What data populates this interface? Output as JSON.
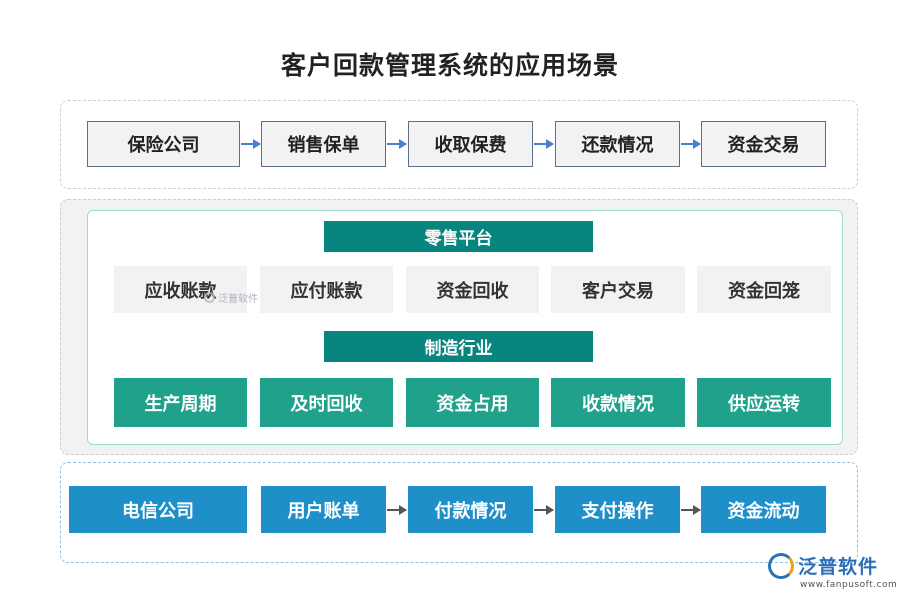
{
  "title": "客户回款管理系统的应用场景",
  "insurance_flow": [
    "保险公司",
    "销售保单",
    "收取保费",
    "还款情况",
    "资金交易"
  ],
  "retail": {
    "header": "零售平台",
    "items": [
      "应收账款",
      "应付账款",
      "资金回收",
      "客户交易",
      "资金回笼"
    ]
  },
  "manufacturing": {
    "header": "制造行业",
    "items": [
      "生产周期",
      "及时回收",
      "资金占用",
      "收款情况",
      "供应运转"
    ]
  },
  "telecom_flow": [
    "电信公司",
    "用户账单",
    "付款情况",
    "支付操作",
    "资金流动"
  ],
  "watermark": {
    "small": "泛普软件",
    "brand": "泛普软件",
    "url": "www.fanpusoft.com"
  },
  "colors": {
    "header_teal": "#08857e",
    "green": "#20a18c",
    "blue": "#1e8fc9",
    "arrow_blue": "#4a7ed0"
  }
}
